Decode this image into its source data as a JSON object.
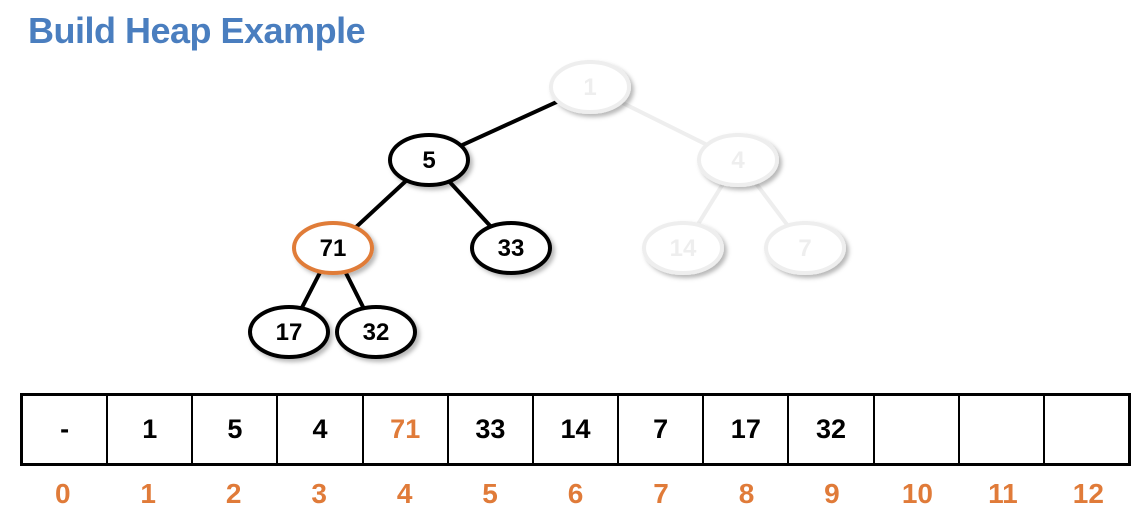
{
  "title": "Build Heap Example",
  "tree": {
    "nodes": [
      {
        "id": "n1",
        "label": "1",
        "state": "faded"
      },
      {
        "id": "n5",
        "label": "5",
        "state": "active"
      },
      {
        "id": "n4",
        "label": "4",
        "state": "faded"
      },
      {
        "id": "n71",
        "label": "71",
        "state": "highlight"
      },
      {
        "id": "n33",
        "label": "33",
        "state": "active"
      },
      {
        "id": "n14",
        "label": "14",
        "state": "faded"
      },
      {
        "id": "n7",
        "label": "7",
        "state": "faded"
      },
      {
        "id": "n17",
        "label": "17",
        "state": "active"
      },
      {
        "id": "n32",
        "label": "32",
        "state": "active"
      }
    ],
    "edges": [
      [
        "n1",
        "n5"
      ],
      [
        "n1",
        "n4"
      ],
      [
        "n5",
        "n71"
      ],
      [
        "n5",
        "n33"
      ],
      [
        "n4",
        "n14"
      ],
      [
        "n4",
        "n7"
      ],
      [
        "n71",
        "n17"
      ],
      [
        "n71",
        "n32"
      ]
    ]
  },
  "array": {
    "cells": [
      "-",
      "1",
      "5",
      "4",
      "71",
      "33",
      "14",
      "7",
      "17",
      "32",
      "",
      "",
      ""
    ],
    "highlight_index": 4
  },
  "indices": [
    "0",
    "1",
    "2",
    "3",
    "4",
    "5",
    "6",
    "7",
    "8",
    "9",
    "10",
    "11",
    "12"
  ],
  "colors": {
    "title": "#4a7ebf",
    "highlight": "#e07b39",
    "active": "#000000",
    "faded": "#eeeeee"
  }
}
